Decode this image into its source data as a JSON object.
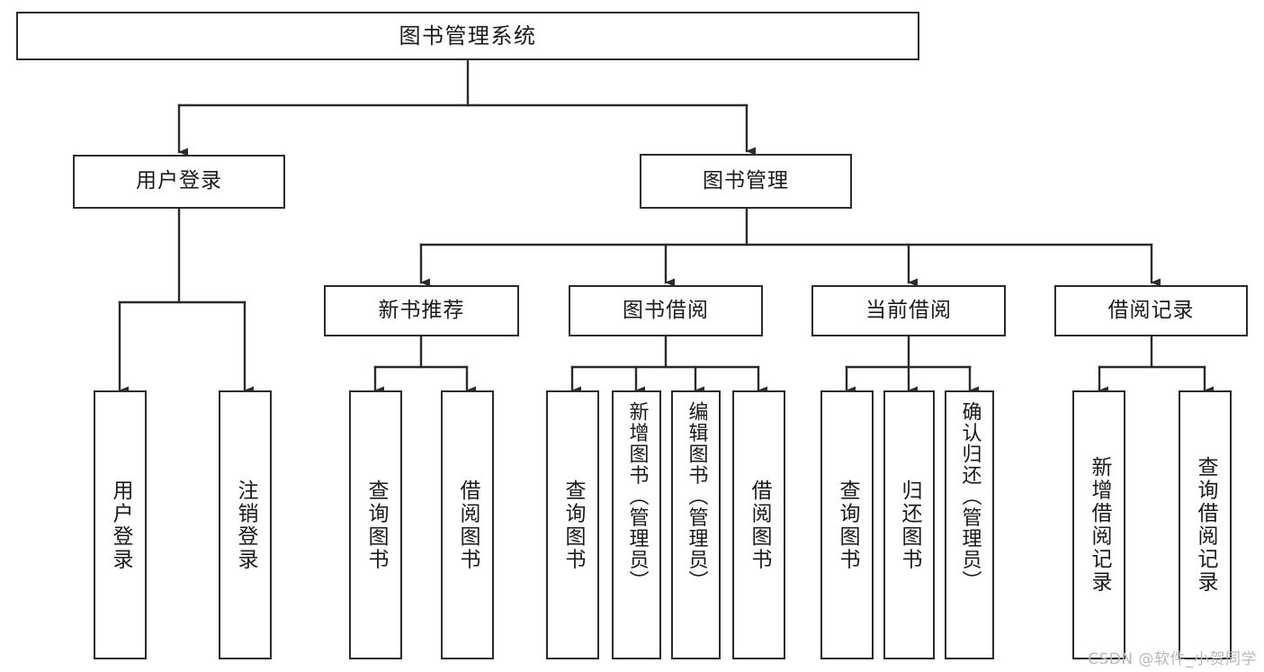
{
  "diagram": {
    "title": "图书管理系统",
    "type": "tree",
    "orientation": "top-down",
    "colors": {
      "stroke": "#2b2b2b",
      "fill": "#ffffff",
      "text": "#1a1a1a",
      "watermark": "#b8b8b8",
      "background": "#ffffff"
    },
    "watermark": "CSDN @软件_小贺同学"
  },
  "nodes": {
    "root": {
      "label": "图书管理系统"
    },
    "level2": [
      {
        "label": "用户登录"
      },
      {
        "label": "图书管理"
      }
    ],
    "level3": [
      {
        "label": "新书推荐"
      },
      {
        "label": "图书借阅"
      },
      {
        "label": "当前借阅"
      },
      {
        "label": "借阅记录"
      }
    ],
    "leaves": {
      "user_login": [
        {
          "label": "用户登录"
        },
        {
          "label": "注销登录"
        }
      ],
      "new_book": [
        {
          "label": "查询图书"
        },
        {
          "label": "借阅图书"
        }
      ],
      "book_borrow": [
        {
          "label": "查询图书"
        },
        {
          "label": "新增图书（管理员）"
        },
        {
          "label": "编辑图书（管理员）"
        },
        {
          "label": "借阅图书"
        }
      ],
      "current_borrow": [
        {
          "label": "查询图书"
        },
        {
          "label": "归还图书"
        },
        {
          "label": "确认归还（管理员）"
        }
      ],
      "borrow_record": [
        {
          "label": "新增借阅记录"
        },
        {
          "label": "查询借阅记录"
        }
      ]
    }
  }
}
